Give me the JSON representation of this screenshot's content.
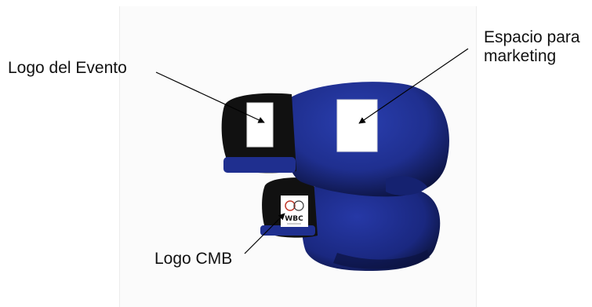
{
  "labels": {
    "event_logo": "Logo del Evento",
    "marketing_line1": "Espacio para",
    "marketing_line2": "marketing",
    "cmb_logo": "Logo CMB"
  },
  "wbc_logo": {
    "text": "WBC"
  },
  "colors": {
    "glove_blue": "#1f2f8f",
    "glove_dark": "#0c1340",
    "cuff_black": "#111111",
    "placeholder": "#ffffff",
    "arrow": "#000000"
  },
  "icons": {
    "arrows": "arrow-pointer",
    "seal": "wbc-seal-icon"
  }
}
